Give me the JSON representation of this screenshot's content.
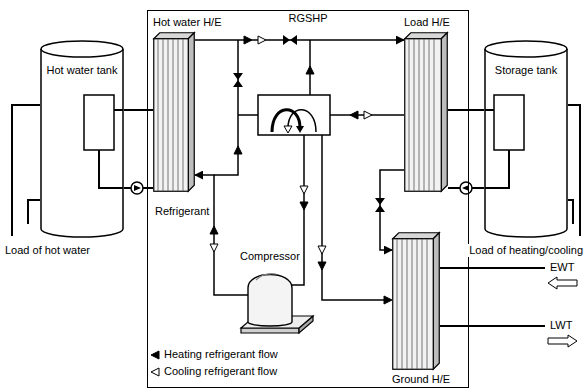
{
  "diagram": {
    "nodes": [
      {
        "text": [
          "Hot water tank"
        ]
      },
      {
        "text": [
          "RGSHP"
        ]
      },
      {
        "text": [
          "Hot water H/E"
        ],
        "in": 1
      },
      {
        "text": [
          "Load H/E"
        ],
        "in": 1
      },
      {
        "text": [
          "Storage tank"
        ]
      },
      {
        "text": [
          "Compressor"
        ],
        "in": 1
      },
      {
        "text": [
          "Ground H/E"
        ],
        "in": 1
      }
    ],
    "edges": [
      {
        "from": 0,
        "to": 2,
        "arrow": "none"
      },
      {
        "from": 0,
        "to": 2,
        "arrow": "none"
      },
      {
        "from": 5,
        "to": 2,
        "arrow": "to"
      },
      {
        "from": 2,
        "to": 3,
        "arrow": "to"
      },
      {
        "from": 3,
        "to": 4,
        "arrow": "none"
      },
      {
        "from": 3,
        "to": 4,
        "arrow": "none"
      },
      {
        "from": 3,
        "to": 6,
        "arrow": "to"
      }
    ],
    "labels": [
      "Refrigerant",
      "Load of hot water",
      "Load of heating/cooling",
      "EWT",
      "LWT"
    ],
    "legend": [
      {
        "text": "Heating refrigerant flow"
      },
      {
        "text": "Cooling refrigerant flow"
      }
    ]
  }
}
